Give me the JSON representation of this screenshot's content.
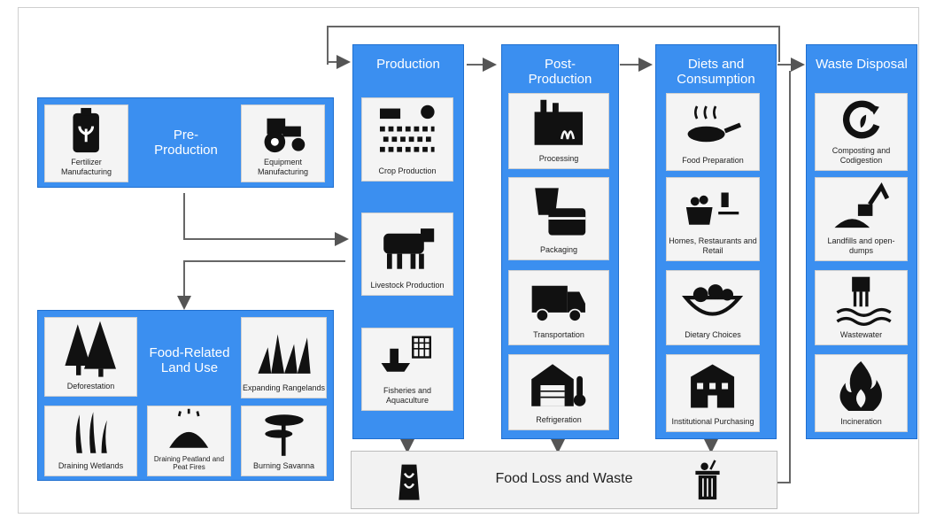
{
  "pre_production": {
    "title": "Pre-\nProduction",
    "items": [
      "Fertilizer Manufacturing",
      "Equipment Manufacturing"
    ]
  },
  "land_use": {
    "title": "Food-Related Land Use",
    "items": [
      "Deforestation",
      "Expanding Rangelands",
      "Draining Wetlands",
      "Draining Peatland and Peat Fires",
      "Burning Savanna"
    ]
  },
  "production": {
    "title": "Production",
    "items": [
      "Crop Production",
      "Livestock Production",
      "Fisheries and Aquaculture"
    ]
  },
  "post_production": {
    "title": "Post-\nProduction",
    "items": [
      "Processing",
      "Packaging",
      "Transportation",
      "Refrigeration"
    ]
  },
  "diets": {
    "title": "Diets and Consumption",
    "items": [
      "Food Preparation",
      "Homes, Restaurants and Retail",
      "Dietary Choices",
      "Institutional Purchasing"
    ]
  },
  "waste": {
    "title": "Waste Disposal",
    "items": [
      "Composting and Codigestion",
      "Landfills and open-dumps",
      "Wastewater",
      "Incineration"
    ]
  },
  "food_loss": {
    "title": "Food Loss and Waste"
  }
}
